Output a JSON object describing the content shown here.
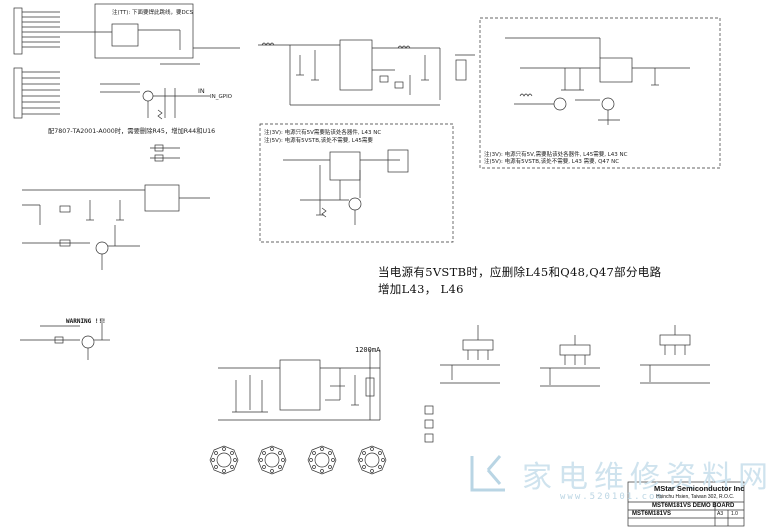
{
  "notes": {
    "top_left_fix": "配7807-TA2001-A000时，需要删除R45，增加R44和U16",
    "power_note_line1": "当电源有5VSTB时，应删除L45和Q48,Q47部分电路",
    "power_note_line2": "增加L43， L46",
    "dashed_left_a": "注(3V): 电源只有5V需要贴该处各器件, L43  NC",
    "dashed_left_b": "注(5V): 电源有5VSTB,该处不需要, L45需要",
    "dashed_right_a": "注(3V): 电源只有5V,需要贴该处各器件, L45需要, L43  NC",
    "dashed_right_b": "注(5V): 电源有5VSTB,该处不需要, L43  需要, Q47  NC",
    "top_box_note": "注(TT): 下面要焊此跳线，要DCS",
    "warning": "WARNING !!!",
    "current": "1200mA",
    "in_label": "IN",
    "ip_label": "IN_GPIO"
  },
  "watermark": {
    "chinese": "家电维修资料网",
    "url": "www.520101.com"
  },
  "title_block": {
    "company": "MStar Semiconductor Inc",
    "address": "Hsinchu Hsien, Taiwan 302, R.O.C.",
    "board": "MST6M181VS DEMO BOARD",
    "title": "MST6M181VS",
    "size": "A3",
    "rev": "1.0"
  },
  "colors": {
    "wire": "#333333",
    "dashed_box": "#444444",
    "watermark": "#cfe3ee"
  }
}
